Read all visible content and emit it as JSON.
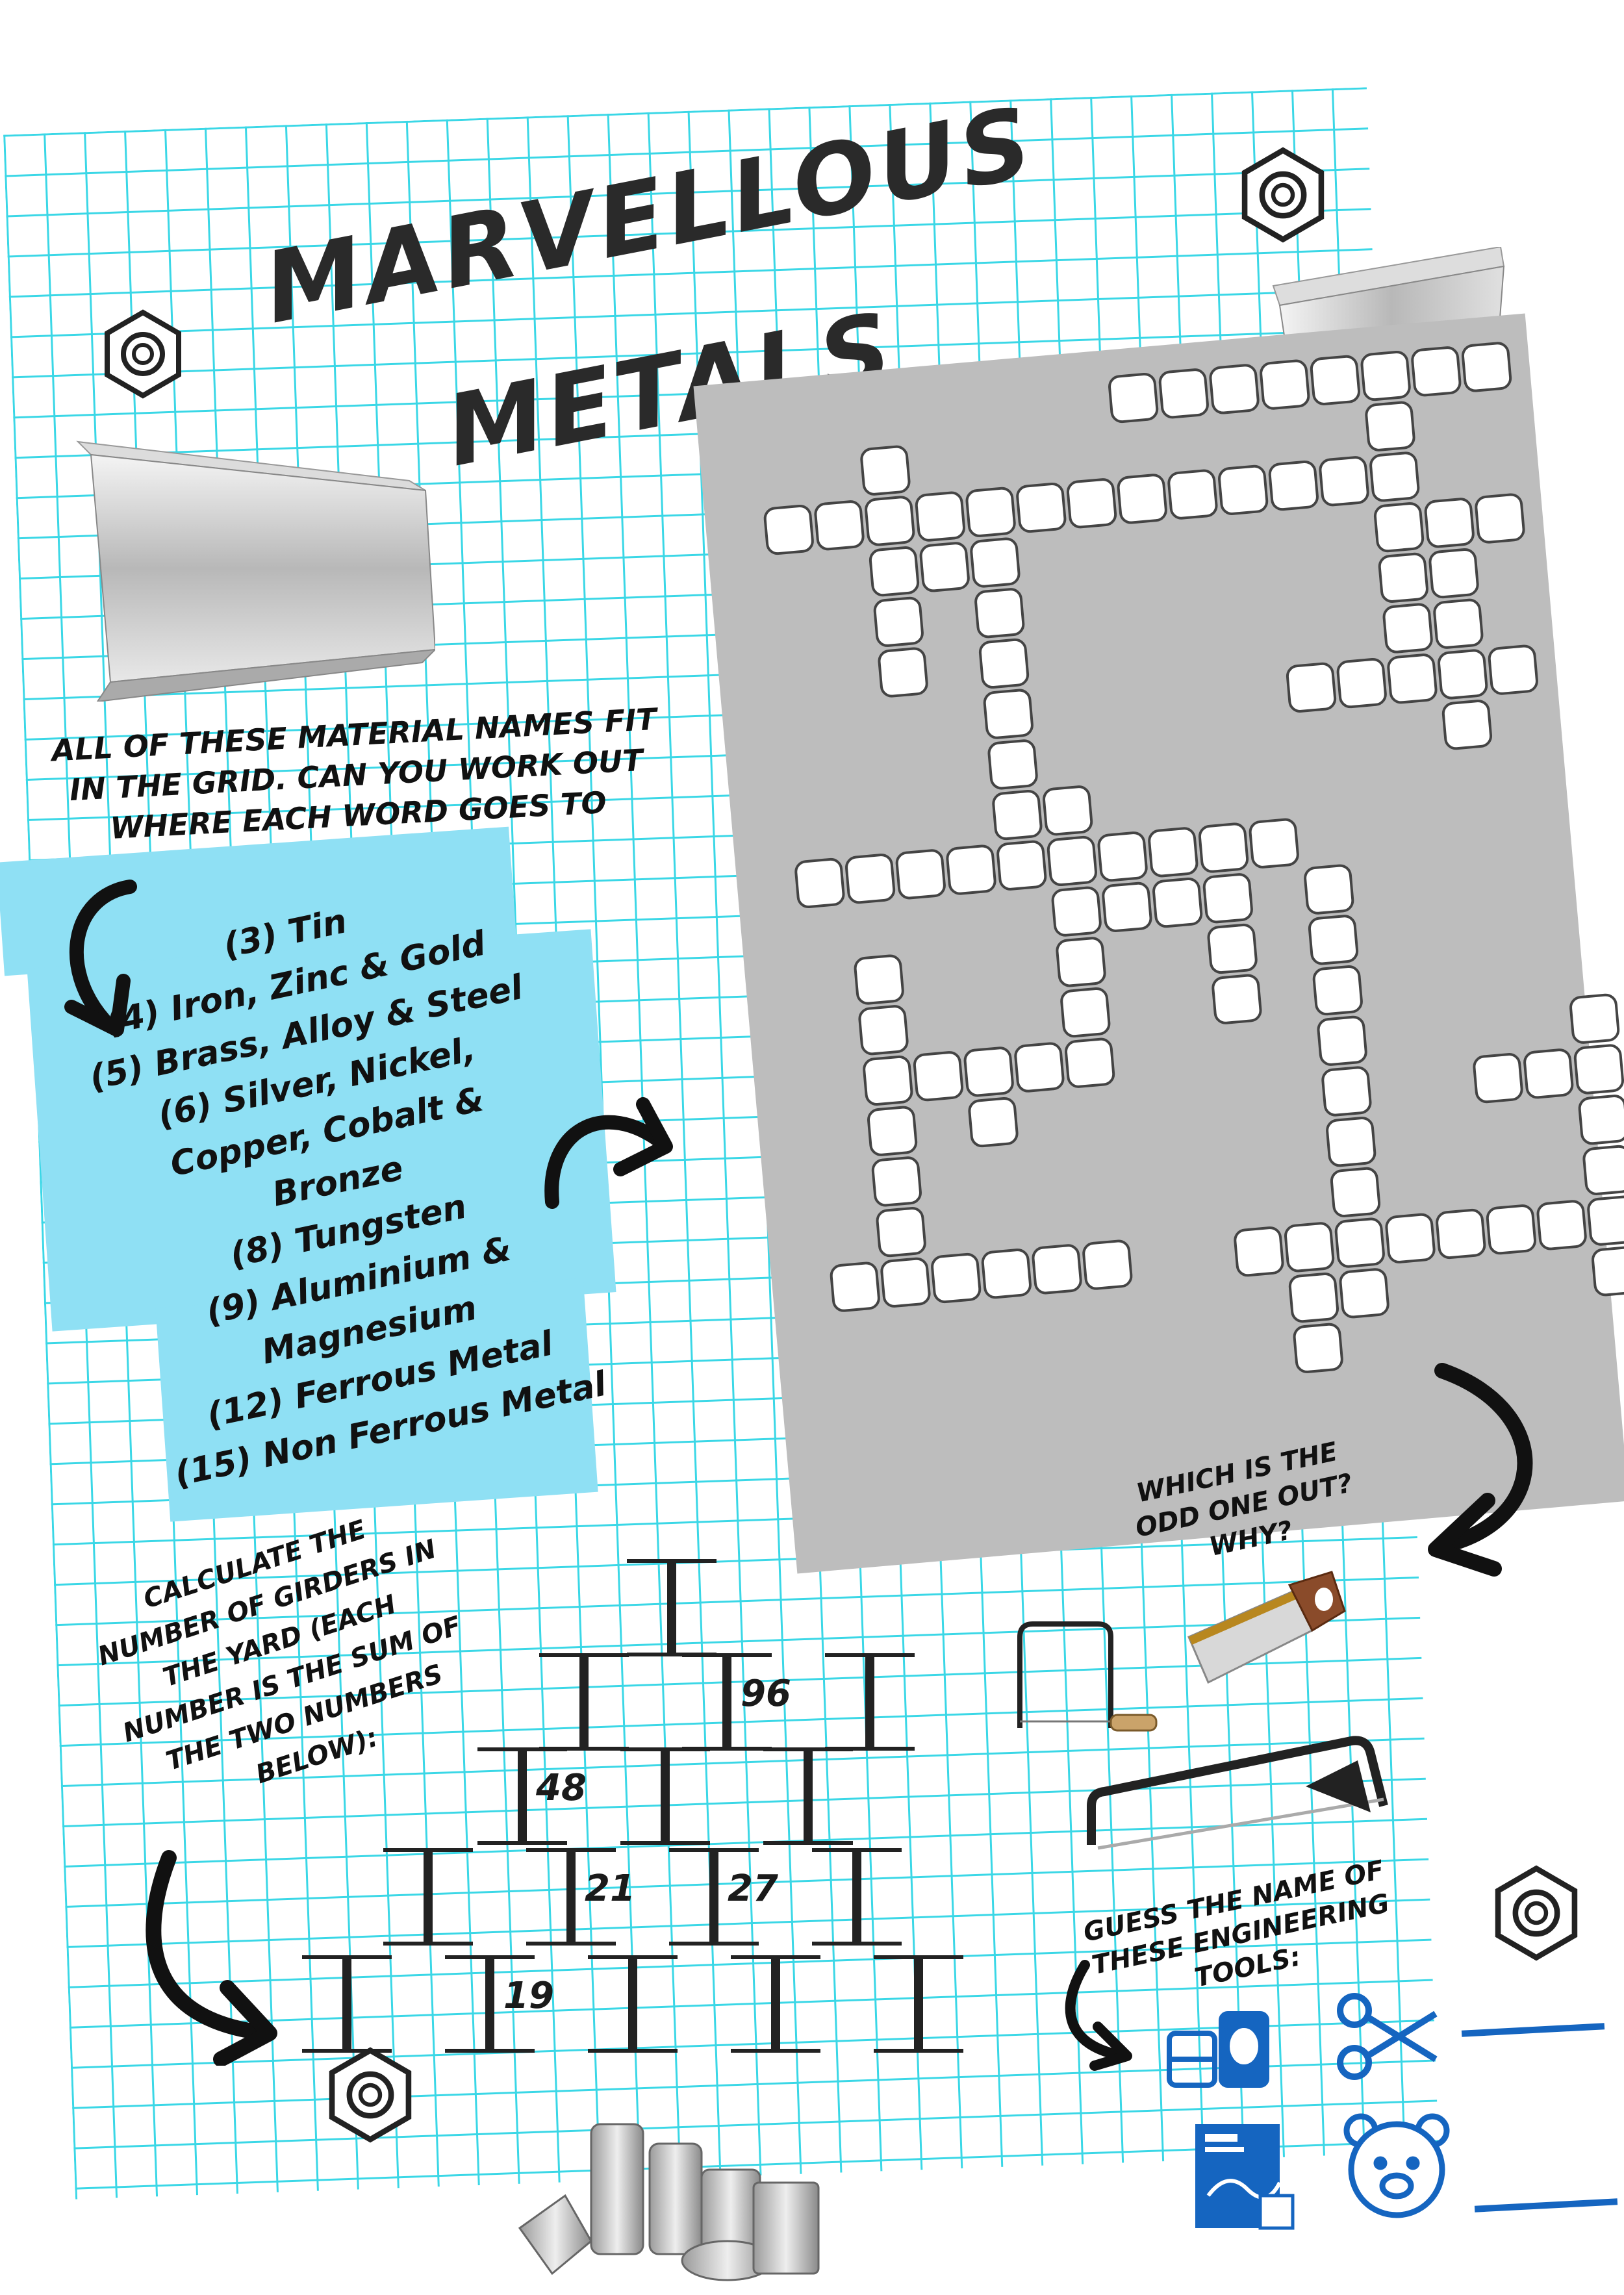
{
  "title": {
    "line1": "Marvellous",
    "line2": "Metals"
  },
  "instructions": "All of these material names fit in the grid. Can you work out where each word goes to complete it?",
  "word_list": [
    "(3) Tin",
    "(4) Iron, Zinc & Gold",
    "(5) Brass, Alloy & Steel",
    "(6) Silver, Nickel,",
    "Copper, Cobalt &",
    "Bronze",
    "(8) Tungsten",
    "(9) Aluminium &",
    "Magnesium",
    "(12) Ferrous Metal",
    "(15) Non Ferrous Metal"
  ],
  "girder_puzzle": {
    "instructions": "Calculate the number of girders in the yard (Each number is the sum of the two numbers below):",
    "rows": [
      [
        ""
      ],
      [
        "",
        "96",
        ""
      ],
      [
        "48",
        "",
        ""
      ],
      [
        "",
        "21",
        "27",
        ""
      ],
      [
        "",
        "19",
        "",
        "",
        ""
      ]
    ]
  },
  "odd_one_out": "Which is the odd one out? Why?",
  "tools_prompt": "Guess the name of these Engineering tools:",
  "colors": {
    "grid": "#3ad7e6",
    "panel": "#8fe0f4",
    "crossword_bg": "#bdbdbd",
    "icon_blue": "#1565c0"
  },
  "icons": [
    "hex-nut-icon",
    "steel-beam-icon",
    "curved-arrow-icon",
    "saw-icon",
    "cans-icon",
    "scissors-icon",
    "blueprint-icon",
    "bear-icon"
  ]
}
